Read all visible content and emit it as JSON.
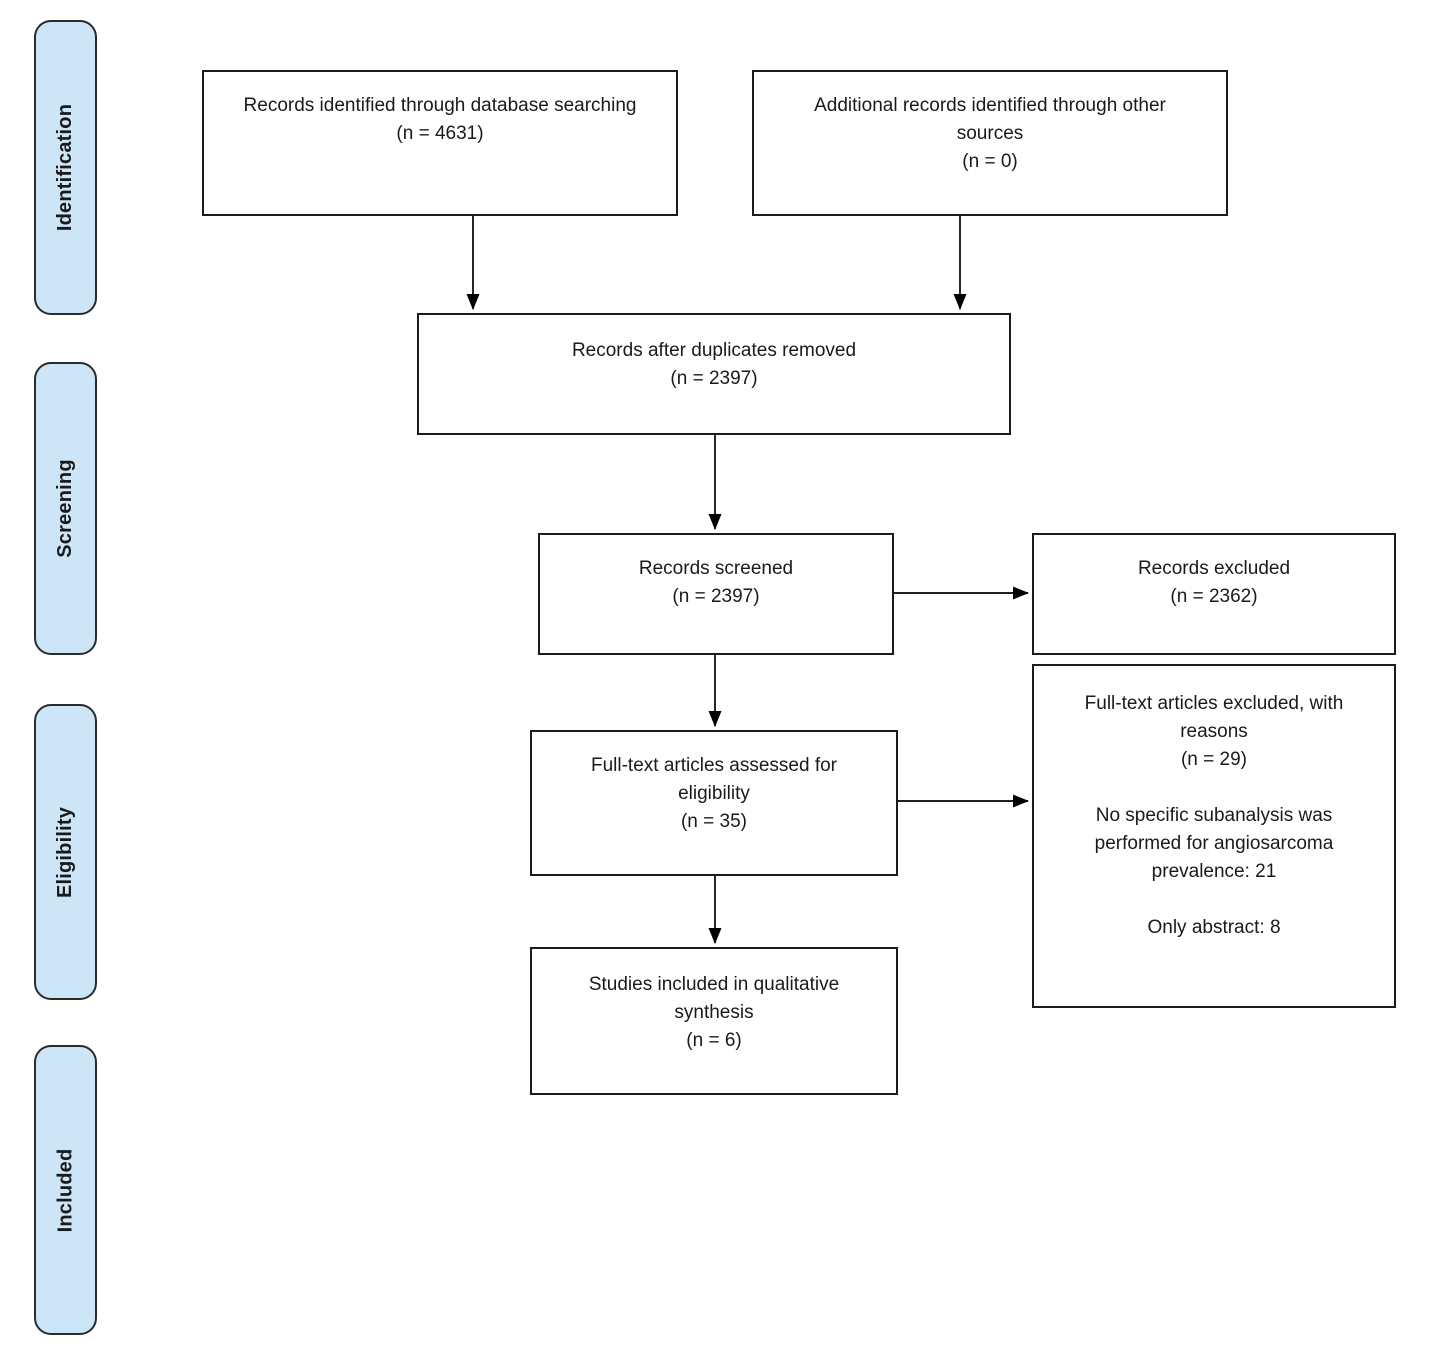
{
  "diagram": {
    "type": "prisma-flow-diagram",
    "accent_fill": "#cde6f7",
    "box_border": "#1c1c1c",
    "stages": [
      {
        "label": "Identification"
      },
      {
        "label": "Screening"
      },
      {
        "label": "Eligibility"
      },
      {
        "label": "Included"
      }
    ],
    "boxes": {
      "records_identified": {
        "lines": [
          "Records identified through database searching",
          "(n = 4631)"
        ]
      },
      "additional_records": {
        "lines": [
          "Additional records identified through other",
          "sources",
          "(n = 0)"
        ]
      },
      "after_duplicates": {
        "lines": [
          "Records after duplicates removed",
          "(n = 2397)"
        ]
      },
      "records_screened": {
        "lines": [
          "Records screened",
          "(n = 2397)"
        ]
      },
      "records_excluded": {
        "lines": [
          "Records excluded",
          "(n = 2362)"
        ]
      },
      "fulltext_assessed": {
        "lines": [
          "Full-text articles assessed for",
          "eligibility",
          "(n = 35)"
        ]
      },
      "fulltext_excluded": {
        "lines": [
          "Full-text articles excluded, with",
          "reasons",
          "(n = 29)",
          "No specific subanalysis was",
          "performed for angiosarcoma",
          "prevalence: 21",
          "Only abstract: 8"
        ]
      },
      "included_studies": {
        "lines": [
          "Studies included in qualitative",
          "synthesis",
          "(n = 6)"
        ]
      }
    }
  }
}
